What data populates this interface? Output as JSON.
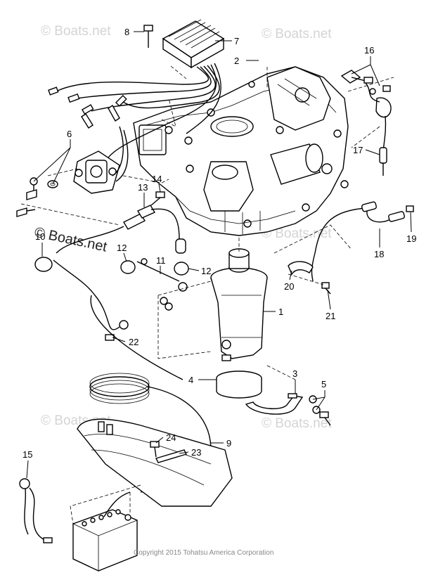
{
  "watermarks": [
    "© Boats.net",
    "© Boats.net",
    "© Boats.net",
    "© Boats.net",
    "© Boats.net",
    "© Boats.net"
  ],
  "main_watermark": "© Boats.net",
  "copyright": "Copyright 2015 Tohatsu America Corporation",
  "callouts": [
    "1",
    "2",
    "3",
    "4",
    "5",
    "6",
    "7",
    "8",
    "9",
    "10",
    "11",
    "12",
    "12",
    "13",
    "14",
    "15",
    "16",
    "17",
    "18",
    "19",
    "20",
    "21",
    "22",
    "23",
    "24"
  ]
}
